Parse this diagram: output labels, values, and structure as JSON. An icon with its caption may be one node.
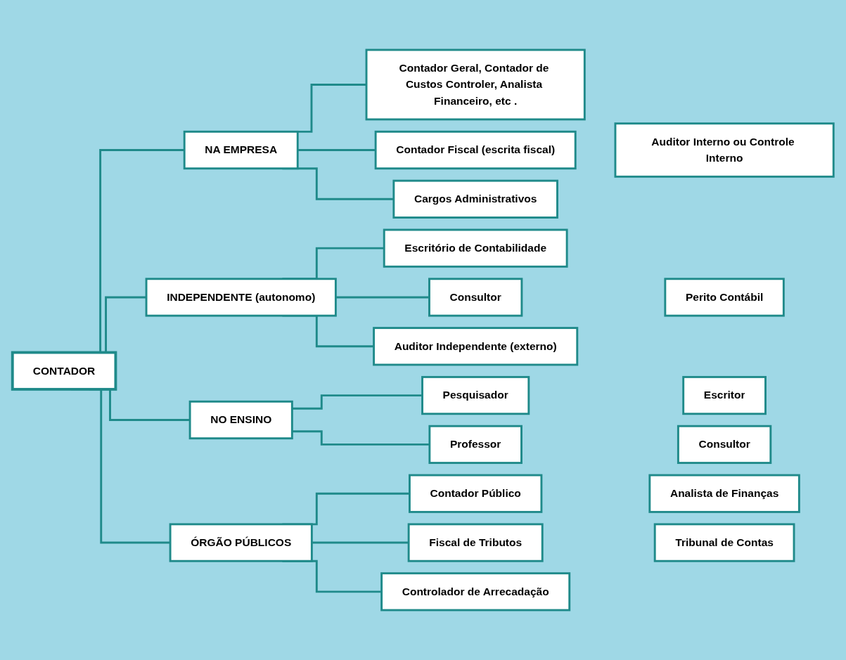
{
  "diagram": {
    "nodes": [
      {
        "text": [
          "CONTADOR"
        ]
      },
      {
        "text": [
          "NA EMPRESA"
        ]
      },
      {
        "text": [
          "Contador Geral, Contador de Custos Controler, Analista Financeiro, etc ."
        ]
      },
      {
        "text": [
          "Contador Fiscal (escrita fiscal)"
        ]
      },
      {
        "text": [
          "Auditor Interno ou Controle Interno"
        ]
      },
      {
        "text": [
          "Cargos Administrativos"
        ]
      },
      {
        "text": [
          "INDEPENDENTE (autonomo)"
        ]
      },
      {
        "text": [
          "Escritório de Contabilidade"
        ]
      },
      {
        "text": [
          "Consultor"
        ]
      },
      {
        "text": [
          "Perito Contábil"
        ]
      },
      {
        "text": [
          "Auditor Independente (externo)"
        ]
      },
      {
        "text": [
          "NO ENSINO"
        ]
      },
      {
        "text": [
          "Pesquisador"
        ]
      },
      {
        "text": [
          "Escritor"
        ]
      },
      {
        "text": [
          "Professor"
        ]
      },
      {
        "text": [
          "Consultor"
        ]
      },
      {
        "text": [
          "ÓRGÃO PÚBLICOS"
        ]
      },
      {
        "text": [
          "Contador Público"
        ]
      },
      {
        "text": [
          "Analista de Finanças"
        ]
      },
      {
        "text": [
          "Fiscal de Tributos"
        ]
      },
      {
        "text": [
          "Tribunal de Contas"
        ]
      },
      {
        "text": [
          "Controlador de Arrecadação"
        ]
      }
    ],
    "edges": [
      {
        "from": 0,
        "to": 1,
        "arrow": "none"
      },
      {
        "from": 0,
        "to": 6,
        "arrow": "none"
      },
      {
        "from": 0,
        "to": 11,
        "arrow": "none"
      },
      {
        "from": 0,
        "to": 16,
        "arrow": "none"
      },
      {
        "from": 1,
        "to": 2,
        "arrow": "none"
      },
      {
        "from": 1,
        "to": 3,
        "arrow": "none"
      },
      {
        "from": 1,
        "to": 5,
        "arrow": "none"
      },
      {
        "from": 6,
        "to": 7,
        "arrow": "none"
      },
      {
        "from": 6,
        "to": 8,
        "arrow": "none"
      },
      {
        "from": 6,
        "to": 10,
        "arrow": "none"
      },
      {
        "from": 11,
        "to": 12,
        "arrow": "none"
      },
      {
        "from": 11,
        "to": 14,
        "arrow": "none"
      },
      {
        "from": 16,
        "to": 17,
        "arrow": "none"
      },
      {
        "from": 16,
        "to": 19,
        "arrow": "none"
      },
      {
        "from": 16,
        "to": 21,
        "arrow": "none"
      }
    ]
  }
}
